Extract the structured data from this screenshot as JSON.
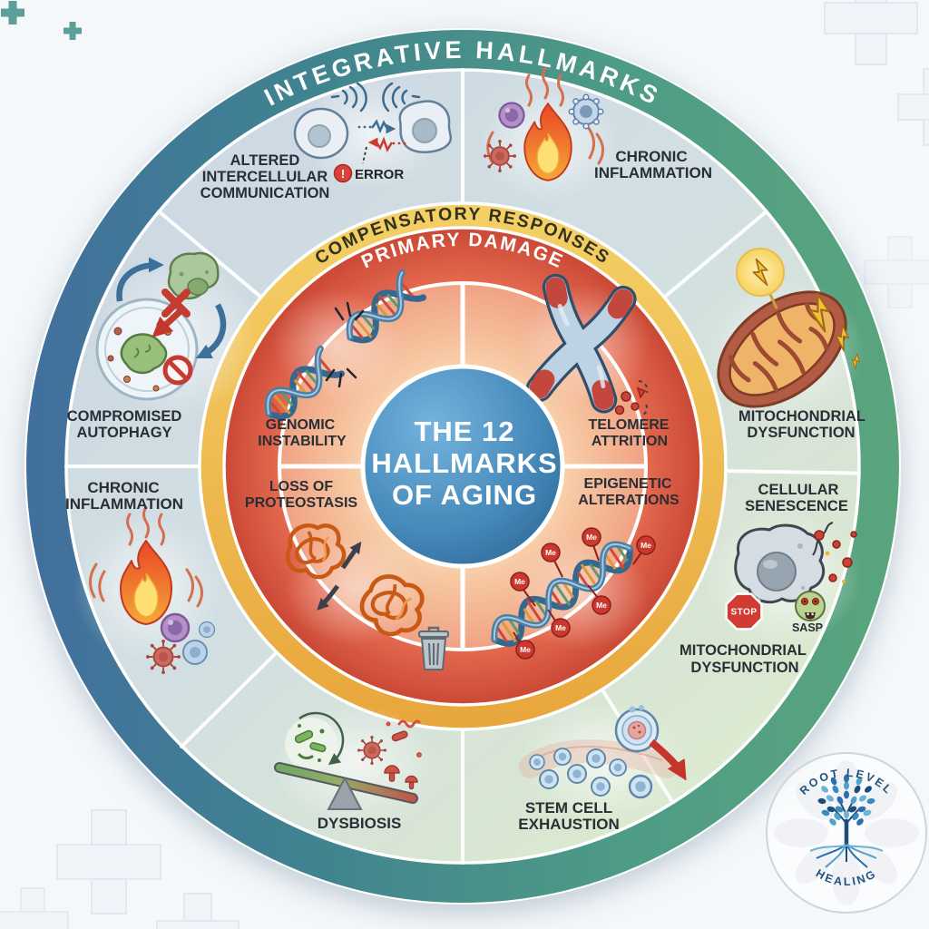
{
  "title": {
    "lines": [
      "THE 12",
      "HALLMARKS",
      "OF AGING"
    ]
  },
  "rings": {
    "integrative": {
      "label": "INTEGRATIVE HALLMARKS"
    },
    "compensatory": {
      "label": "COMPENSATORY RESPONSES"
    },
    "primary": {
      "label": "PRIMARY DAMAGE"
    }
  },
  "outer": {
    "segments": [
      {
        "id": "altered-intercellular-communication",
        "lines": [
          "ALTERED",
          "INTERCELLULAR",
          "COMMUNICATION"
        ],
        "annotation": "ERROR",
        "error_mark": "!"
      },
      {
        "id": "chronic-inflammation-upper-right",
        "lines": [
          "CHRONIC",
          "INFLAMMATION"
        ]
      },
      {
        "id": "mitochondrial-dysfunction-right",
        "lines": [
          "MITOCHONDRIAL",
          "DYSFUNCTION"
        ]
      },
      {
        "id": "cellular-senescence",
        "lines": [
          "CELLULAR",
          "SENESCENCE"
        ],
        "annotations": {
          "stop": "STOP",
          "sasp": "SASP"
        },
        "extra_label": [
          "MITOCHONDRIAL",
          "DYSFUNCTION"
        ]
      },
      {
        "id": "stem-cell-exhaustion",
        "lines": [
          "STEM CELL",
          "EXHAUSTION"
        ]
      },
      {
        "id": "dysbiosis",
        "lines": [
          "DYSBIOSIS"
        ]
      },
      {
        "id": "chronic-inflammation-left",
        "lines": [
          "CHRONIC",
          "INFLAMMATION"
        ]
      },
      {
        "id": "compromised-autophagy",
        "lines": [
          "COMPROMISED",
          "AUTOPHAGY"
        ]
      }
    ]
  },
  "inner": {
    "quadrants": [
      {
        "id": "genomic-instability",
        "lines": [
          "GENOMIC",
          "INSTABILITY"
        ]
      },
      {
        "id": "telomere-attrition",
        "lines": [
          "TELOMERE",
          "ATTRITION"
        ]
      },
      {
        "id": "loss-of-proteostasis",
        "lines": [
          "LOSS OF",
          "PROTEOSTASIS"
        ]
      },
      {
        "id": "epigenetic-alterations",
        "lines": [
          "EPIGENETIC",
          "ALTERATIONS"
        ]
      }
    ],
    "methyl_tag": "Me"
  },
  "logo": {
    "arc_top": "ROOT LEVEL",
    "arc_bottom": "HEALING"
  },
  "colors": {
    "rim_blue": "#426f9e",
    "rim_teal": "#41858e",
    "rim_green": "#5aa57d",
    "band_light": "#d2dfe2",
    "yellow_ring": "#f2c95c",
    "red_ring": "#d9543f",
    "inner_salmon": "#f6c9a4",
    "center_blue": "#3f81b5",
    "label_dark": "#2b2d35",
    "stop_red": "#d23a30",
    "error_red": "#d8433a",
    "flame_orange": "#f07a2e",
    "logo_blue": "#1d4e79"
  }
}
